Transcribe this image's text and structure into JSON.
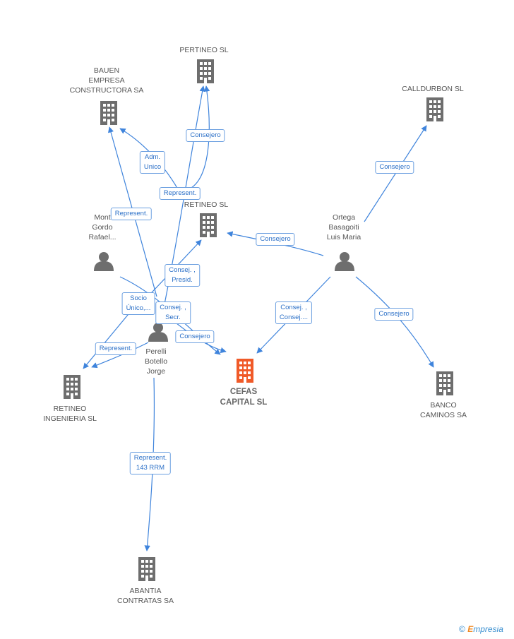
{
  "colors": {
    "edge": "#3f84dc",
    "node": "#6e6e6e",
    "focus": "#f05a28"
  },
  "nodes": [
    {
      "id": "pertineo",
      "type": "company",
      "lines": [
        "PERTINEO SL"
      ]
    },
    {
      "id": "bauen",
      "type": "company",
      "lines": [
        "BAUEN",
        "EMPRESA",
        "CONSTRUCTORA SA"
      ]
    },
    {
      "id": "calldurbon",
      "type": "company",
      "lines": [
        "CALLDURBON SL"
      ]
    },
    {
      "id": "retineo",
      "type": "company",
      "lines": [
        "RETINEO SL"
      ]
    },
    {
      "id": "mont",
      "type": "person",
      "lines": [
        "Mont",
        "Gordo",
        "Rafael..."
      ]
    },
    {
      "id": "ortega",
      "type": "person",
      "lines": [
        "Ortega",
        "Basagoiti",
        "Luis Maria"
      ]
    },
    {
      "id": "perelli",
      "type": "person",
      "lines": [
        "Perelli",
        "Botello",
        "Jorge"
      ]
    },
    {
      "id": "cefas",
      "type": "focus",
      "lines": [
        "CEFAS",
        "CAPITAL SL"
      ]
    },
    {
      "id": "retineo_ing",
      "type": "company",
      "lines": [
        "RETINEO",
        "INGENIERIA SL"
      ]
    },
    {
      "id": "banco",
      "type": "company",
      "lines": [
        "BANCO",
        "CAMINOS SA"
      ]
    },
    {
      "id": "abantia",
      "type": "company",
      "lines": [
        "ABANTIA",
        "CONTRATAS SA"
      ]
    }
  ],
  "edge_labels": [
    {
      "id": "e1",
      "lines": [
        "Consejero"
      ]
    },
    {
      "id": "e2",
      "lines": [
        "Adm.",
        "Unico"
      ]
    },
    {
      "id": "e3",
      "lines": [
        "Represent."
      ]
    },
    {
      "id": "e4",
      "lines": [
        "Represent."
      ]
    },
    {
      "id": "e5",
      "lines": [
        "Consejero"
      ]
    },
    {
      "id": "e6",
      "lines": [
        "Consejero"
      ]
    },
    {
      "id": "e7",
      "lines": [
        "Consej. ,",
        "Presid."
      ]
    },
    {
      "id": "e8",
      "lines": [
        "Socio",
        "Único,..."
      ]
    },
    {
      "id": "e9",
      "lines": [
        "Consej. ,",
        "Secr."
      ]
    },
    {
      "id": "e10",
      "lines": [
        "Consejero"
      ]
    },
    {
      "id": "e11",
      "lines": [
        "Consej. ,",
        "Consej...."
      ]
    },
    {
      "id": "e12",
      "lines": [
        "Consejero"
      ]
    },
    {
      "id": "e13",
      "lines": [
        "Represent."
      ]
    },
    {
      "id": "e14",
      "lines": [
        "Represent.",
        "143 RRM"
      ]
    }
  ],
  "brand": {
    "symbol": "©",
    "e": "E",
    "rest": "mpresia"
  }
}
